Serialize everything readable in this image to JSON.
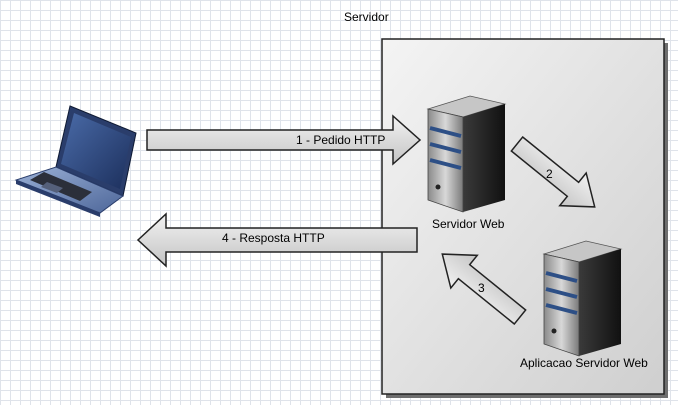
{
  "diagram": {
    "title": "Servidor",
    "nodes": {
      "client": {
        "icon": "laptop-icon"
      },
      "web_server": {
        "label": "Servidor Web",
        "icon": "server-tower-icon"
      },
      "app_server": {
        "label": "Aplicacao Servidor Web",
        "icon": "server-tower-icon"
      }
    },
    "arrows": [
      {
        "label": "1 - Pedido HTTP",
        "from": "client",
        "to": "web_server"
      },
      {
        "label": "2",
        "from": "web_server",
        "to": "app_server"
      },
      {
        "label": "3",
        "from": "app_server",
        "to": "web_server"
      },
      {
        "label": "4 - Resposta HTTP",
        "from": "web_server",
        "to": "client"
      }
    ]
  }
}
